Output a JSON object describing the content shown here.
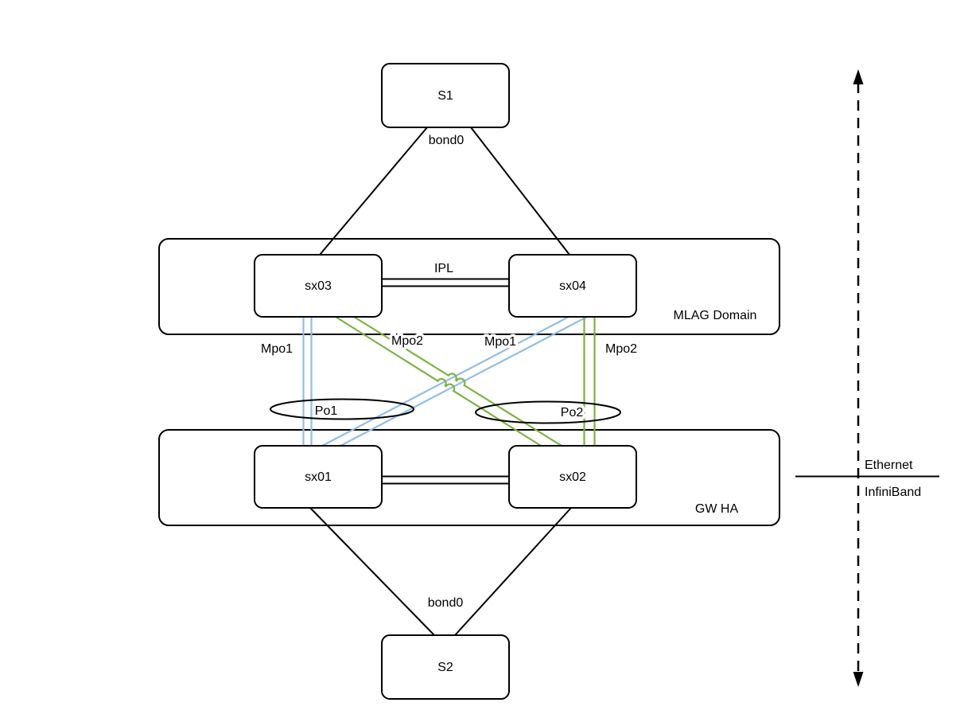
{
  "colors": {
    "po1_link_blue": "#92BEE4",
    "po2_link_green": "#7CB342",
    "line_black": "#000000"
  },
  "nodes": {
    "s1": "S1",
    "s2": "S2",
    "sx01": "sx01",
    "sx02": "sx02",
    "sx03": "sx03",
    "sx04": "sx04"
  },
  "containers": {
    "mlag": "MLAG Domain",
    "gwha": "GW HA"
  },
  "links": {
    "ipl": "IPL",
    "bond0_top": "bond0",
    "bond0_bottom": "bond0",
    "mpo1_sx03": "Mpo1",
    "mpo2_sx03": "Mpo2",
    "mpo1_sx04": "Mpo1",
    "mpo2_sx04": "Mpo2"
  },
  "port_channels": {
    "po1": "Po1",
    "po2": "Po2"
  },
  "legend": {
    "above_line": "Ethernet",
    "below_line": "InfiniBand"
  }
}
